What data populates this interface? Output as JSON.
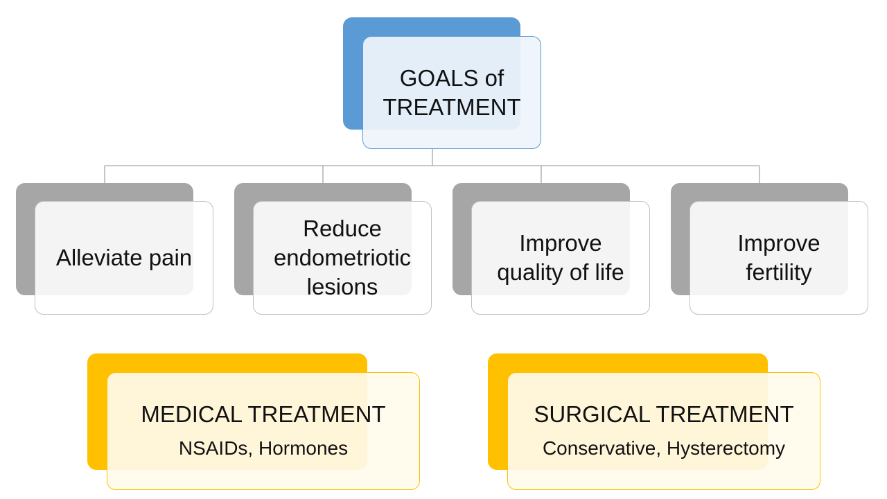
{
  "root": {
    "lines": [
      "GOALS of",
      "TREATMENT"
    ],
    "colors": {
      "back": "#5b9bd5",
      "border": "#5b9bd5"
    }
  },
  "goals": [
    {
      "lines": [
        "Alleviate pain"
      ]
    },
    {
      "lines": [
        "Reduce",
        "endometriotic",
        "lesions"
      ]
    },
    {
      "lines": [
        "Improve",
        "quality of life"
      ]
    },
    {
      "lines": [
        "Improve",
        "fertility"
      ]
    }
  ],
  "treatments": [
    {
      "title": "MEDICAL TREATMENT",
      "detail": "NSAIDs, Hormones"
    },
    {
      "title": "SURGICAL TREATMENT",
      "detail": "Conservative, Hysterectomy"
    }
  ],
  "colors": {
    "goal_back": "#a6a6a6",
    "treatment_back": "#ffc000",
    "connector": "#a6a6a6"
  }
}
